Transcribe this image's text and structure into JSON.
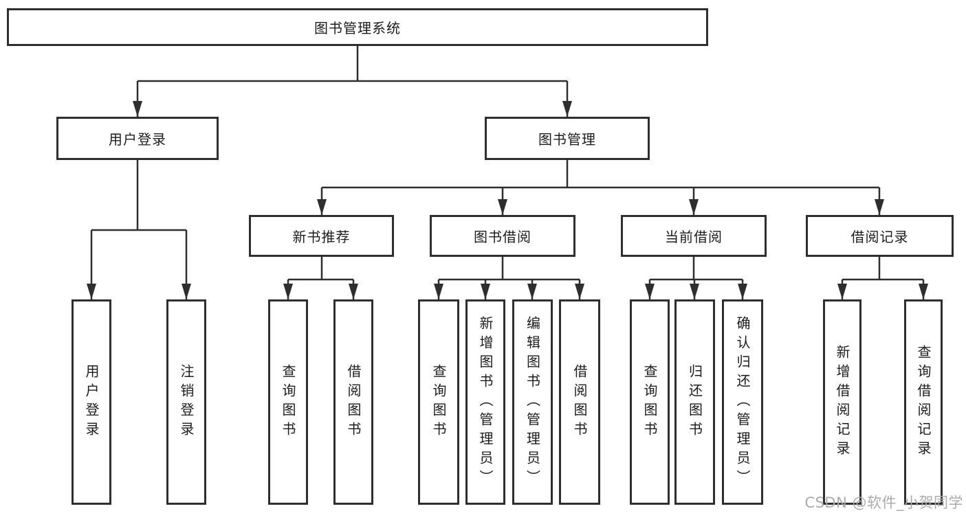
{
  "tree": {
    "root": {
      "label": "图书管理系统",
      "children": [
        {
          "label": "用户登录",
          "children": [
            {
              "label": "用户登录"
            },
            {
              "label": "注销登录"
            }
          ]
        },
        {
          "label": "图书管理",
          "children": [
            {
              "label": "新书推荐",
              "children": [
                {
                  "label": "查询图书"
                },
                {
                  "label": "借阅图书"
                }
              ]
            },
            {
              "label": "图书借阅",
              "children": [
                {
                  "label": "查询图书"
                },
                {
                  "label": "新增图书（管理员）"
                },
                {
                  "label": "编辑图书（管理员）"
                },
                {
                  "label": "借阅图书"
                }
              ]
            },
            {
              "label": "当前借阅",
              "children": [
                {
                  "label": "查询图书"
                },
                {
                  "label": "归还图书"
                },
                {
                  "label": "确认归还（管理员）"
                }
              ]
            },
            {
              "label": "借阅记录",
              "children": [
                {
                  "label": "新增借阅记录"
                },
                {
                  "label": "查询借阅记录"
                }
              ]
            }
          ]
        }
      ]
    }
  },
  "watermark": {
    "text": "CSDN @软件_小贺同学"
  },
  "colors": {
    "line": "#2e2e2e",
    "box_border": "#2e2e2e",
    "text": "#1c1c1c",
    "watermark": "#ababab",
    "background": "#ffffff"
  }
}
